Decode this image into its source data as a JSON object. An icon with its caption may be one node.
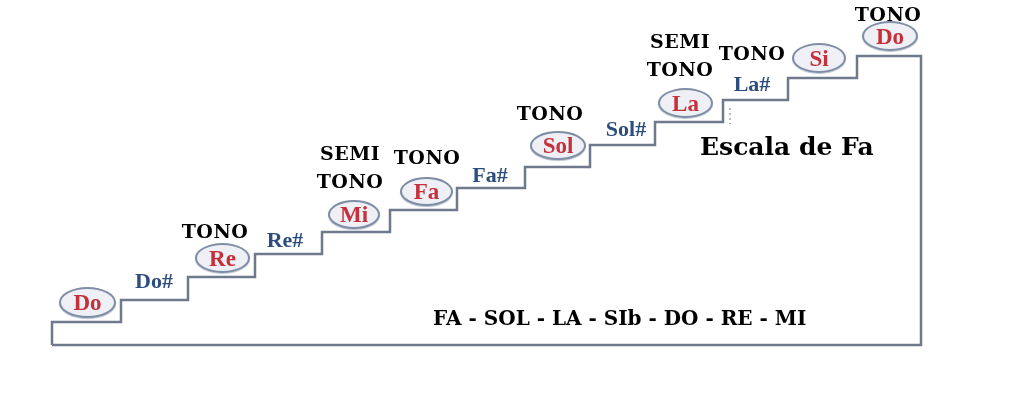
{
  "diagram": {
    "title": "Escala de Fa",
    "nodes": [
      {
        "text": [
          "Do"
        ]
      },
      {
        "text": [
          "Re"
        ],
        "beside": [
          "TONO"
        ]
      },
      {
        "text": [
          "Mi"
        ],
        "beside": [
          "SEMI TONO"
        ]
      },
      {
        "text": [
          "Fa"
        ],
        "beside": [
          "TONO"
        ]
      },
      {
        "text": [
          "Sol"
        ],
        "beside": [
          "TONO"
        ]
      },
      {
        "text": [
          "La"
        ],
        "beside": [
          "SEMI TONO"
        ]
      },
      {
        "text": [
          "Si"
        ],
        "beside": [
          "TONO"
        ]
      },
      {
        "text": [
          "Do"
        ],
        "beside": [
          "TONO"
        ]
      }
    ],
    "labels": [
      "Do#",
      "Re#",
      "Fa#",
      "Sol#",
      "La#",
      "FA - SOL - LA - SIb - DO - RE - MI"
    ]
  }
}
